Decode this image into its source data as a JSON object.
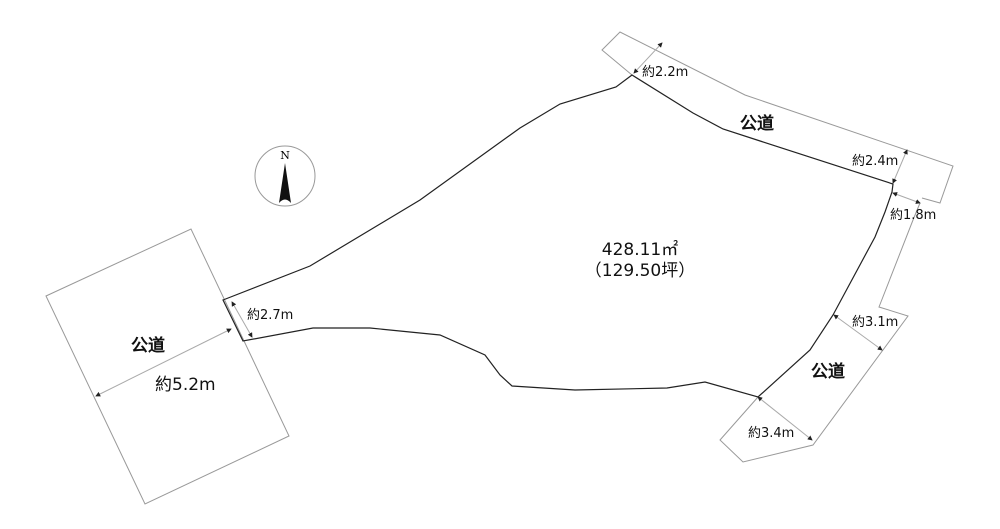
{
  "lot": {
    "area_sqm": "428.11㎡",
    "area_tsubo": "（129.50坪）"
  },
  "compass": {
    "north_label": "N"
  },
  "roads": {
    "north": {
      "label": "公道",
      "widths": [
        "約2.2m",
        "約2.4m"
      ]
    },
    "east": {
      "label": "公道",
      "widths": [
        "約1.8m",
        "約3.1m",
        "約3.4m"
      ]
    },
    "west": {
      "label": "公道",
      "width": "約5.2m",
      "frontage": "約2.7m"
    }
  },
  "colors": {
    "lot_line": "#222222",
    "road_line": "#999999"
  }
}
